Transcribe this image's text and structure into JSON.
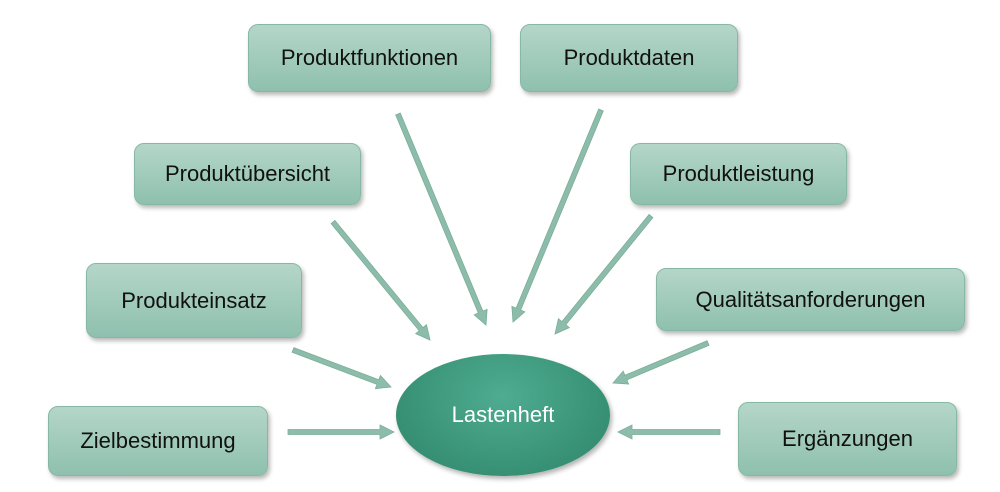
{
  "diagram": {
    "center_label": "Lastenheft",
    "nodes": {
      "produktfunktionen": "Produktfunktionen",
      "produktdaten": "Produktdaten",
      "produktuebersicht": "Produktübersicht",
      "produktleistung": "Produktleistung",
      "produkteinsatz": "Produkteinsatz",
      "qualitaetsanforderungen": "Qualitätsanforderungen",
      "zielbestimmung": "Zielbestimmung",
      "ergaenzungen": "Ergänzungen"
    }
  },
  "colors": {
    "node_fill": "#a6cdbe",
    "center_fill": "#3a9478",
    "arrow": "#8dbdaa"
  }
}
